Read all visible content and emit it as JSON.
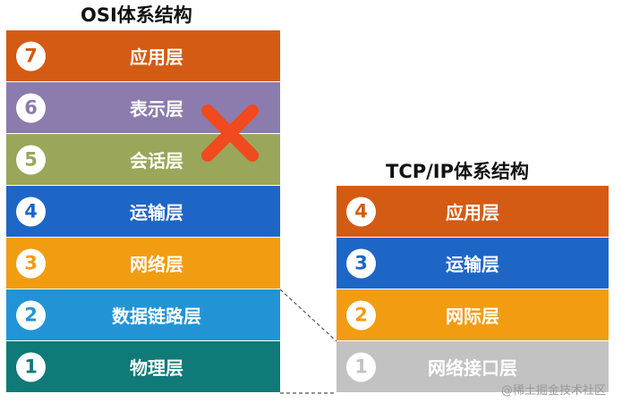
{
  "osi": {
    "title": "OSI体系结构",
    "layers": [
      {
        "num": "7",
        "name": "应用层",
        "color": "#d35b13"
      },
      {
        "num": "6",
        "name": "表示层",
        "color": "#8c7cad"
      },
      {
        "num": "5",
        "name": "会话层",
        "color": "#9aa65a"
      },
      {
        "num": "4",
        "name": "运输层",
        "color": "#1e66c6"
      },
      {
        "num": "3",
        "name": "网络层",
        "color": "#f29c12"
      },
      {
        "num": "2",
        "name": "数据链路层",
        "color": "#2294d6"
      },
      {
        "num": "1",
        "name": "物理层",
        "color": "#0f7a78"
      }
    ]
  },
  "tcpip": {
    "title": "TCP/IP体系结构",
    "layers": [
      {
        "num": "4",
        "name": "应用层",
        "color": "#d35b13"
      },
      {
        "num": "3",
        "name": "运输层",
        "color": "#1e66c6"
      },
      {
        "num": "2",
        "name": "网际层",
        "color": "#f29c12"
      },
      {
        "num": "1",
        "name": "网络接口层",
        "color": "#c2c2c2"
      }
    ]
  },
  "cross_color": "#f04a1e",
  "watermark": "@稀土掘金技术社区"
}
